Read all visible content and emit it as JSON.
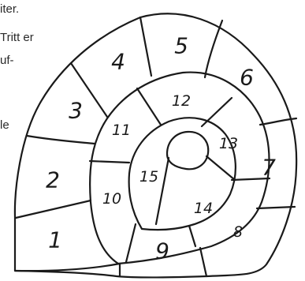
{
  "text_fragments": [
    "iter.",
    "Tritt er",
    "uf-",
    "le"
  ],
  "fields": [
    {
      "number": "1"
    },
    {
      "number": "2"
    },
    {
      "number": "3"
    },
    {
      "number": "4"
    },
    {
      "number": "5"
    },
    {
      "number": "6"
    },
    {
      "number": "7"
    },
    {
      "number": "8"
    },
    {
      "number": "9"
    },
    {
      "number": "10"
    },
    {
      "number": "11"
    },
    {
      "number": "12"
    },
    {
      "number": "13"
    },
    {
      "number": "14"
    },
    {
      "number": "15"
    }
  ]
}
